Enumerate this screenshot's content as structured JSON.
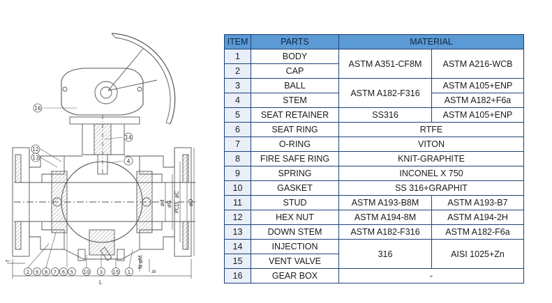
{
  "drawing": {
    "callouts_top": [
      "16",
      "14",
      "12",
      "13",
      "4"
    ],
    "callouts_bottom": [
      "2",
      "9",
      "8",
      "7",
      "6",
      "5",
      "10",
      "3",
      "15",
      "1"
    ],
    "dims_vertical": [
      "ød",
      "øG",
      "øC",
      "PCD",
      "øD"
    ],
    "dims_bottom": [
      "L",
      "b",
      "f",
      "N-øM"
    ]
  },
  "table": {
    "headers": {
      "item": "ITEM",
      "parts": "PARTS",
      "material": "MATERIAL"
    },
    "rows": [
      {
        "item": "1",
        "part": "BODY"
      },
      {
        "item": "2",
        "part": "CAP"
      },
      {
        "item": "3",
        "part": "BALL"
      },
      {
        "item": "4",
        "part": "STEM"
      },
      {
        "item": "5",
        "part": "SEAT RETAINER"
      },
      {
        "item": "6",
        "part": "SEAT RING"
      },
      {
        "item": "7",
        "part": "O-RING"
      },
      {
        "item": "8",
        "part": "FIRE SAFE RING"
      },
      {
        "item": "9",
        "part": "SPRING"
      },
      {
        "item": "10",
        "part": "GASKET"
      },
      {
        "item": "11",
        "part": "STUD"
      },
      {
        "item": "12",
        "part": "HEX NUT"
      },
      {
        "item": "13",
        "part": "DOWN STEM"
      },
      {
        "item": "14",
        "part": "INJECTION"
      },
      {
        "item": "15",
        "part": "VENT VALVE"
      },
      {
        "item": "16",
        "part": "GEAR BOX"
      }
    ],
    "materials": {
      "body_cap_a": "ASTM A351-CF8M",
      "body_cap_b": "ASTM A216-WCB",
      "ball_stem_a": "ASTM A182-F316",
      "ball_b": "ASTM A105+ENP",
      "stem_b": "ASTM A182+F6a",
      "seat_retainer_a": "SS316",
      "seat_retainer_b": "ASTM A105+ENP",
      "seat_ring": "RTFE",
      "o_ring": "VITON",
      "fire_safe_ring": "KNIT-GRAPHITE",
      "spring": "INCONEL X 750",
      "gasket": "SS 316+GRAPHIT",
      "stud_a": "ASTM A193-B8M",
      "stud_b": "ASTM A193-B7",
      "hex_nut_a": "ASTM A194-8M",
      "hex_nut_b": "ASTM A194-2H",
      "down_stem_a": "ASTM A182-F316",
      "down_stem_b": "ASTM A182-F6a",
      "injection_vent_a": "316",
      "injection_vent_b": "AISI 1025+Zn",
      "gear_box": "-"
    }
  }
}
